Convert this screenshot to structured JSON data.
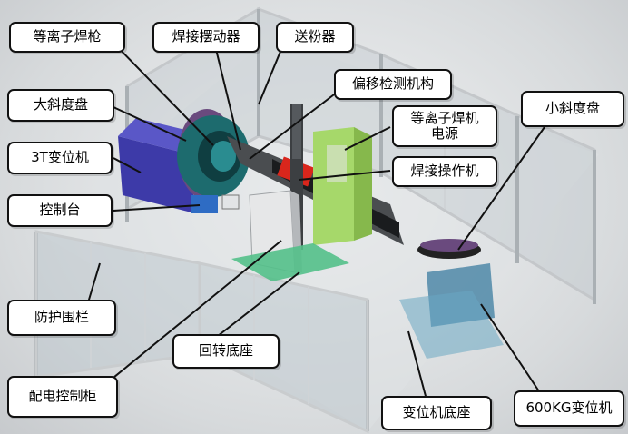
{
  "callouts": {
    "plasma_torch": "等离子焊枪",
    "weld_oscillator": "焊接摆动器",
    "powder_feeder": "送粉器",
    "offset_detector": "偏移检测机构",
    "large_tilt_disc": "大斜度盘",
    "plasma_power_line1": "等离子焊机",
    "plasma_power_line2": "电源",
    "small_tilt_disc": "小斜度盘",
    "positioner_3t": "3T变位机",
    "weld_manipulator": "焊接操作机",
    "control_console": "控制台",
    "protective_fence": "防护围栏",
    "rotary_base": "回转底座",
    "power_cabinet": "配电控制柜",
    "positioner_base": "变位机底座",
    "positioner_600kg": "600KG变位机"
  },
  "colors": {
    "fence_frame": "#c9ccce",
    "fence_panel": "#b9c3c9",
    "torch_ring": "#1d6b6e",
    "positioner_3t": "#3d3aa8",
    "power_supply": "#a6d86a",
    "manipulator_red": "#d9261c",
    "small_positioner": "#4f88a8",
    "cabinet": "#e6e7e8",
    "base_green": "#53c08a"
  }
}
